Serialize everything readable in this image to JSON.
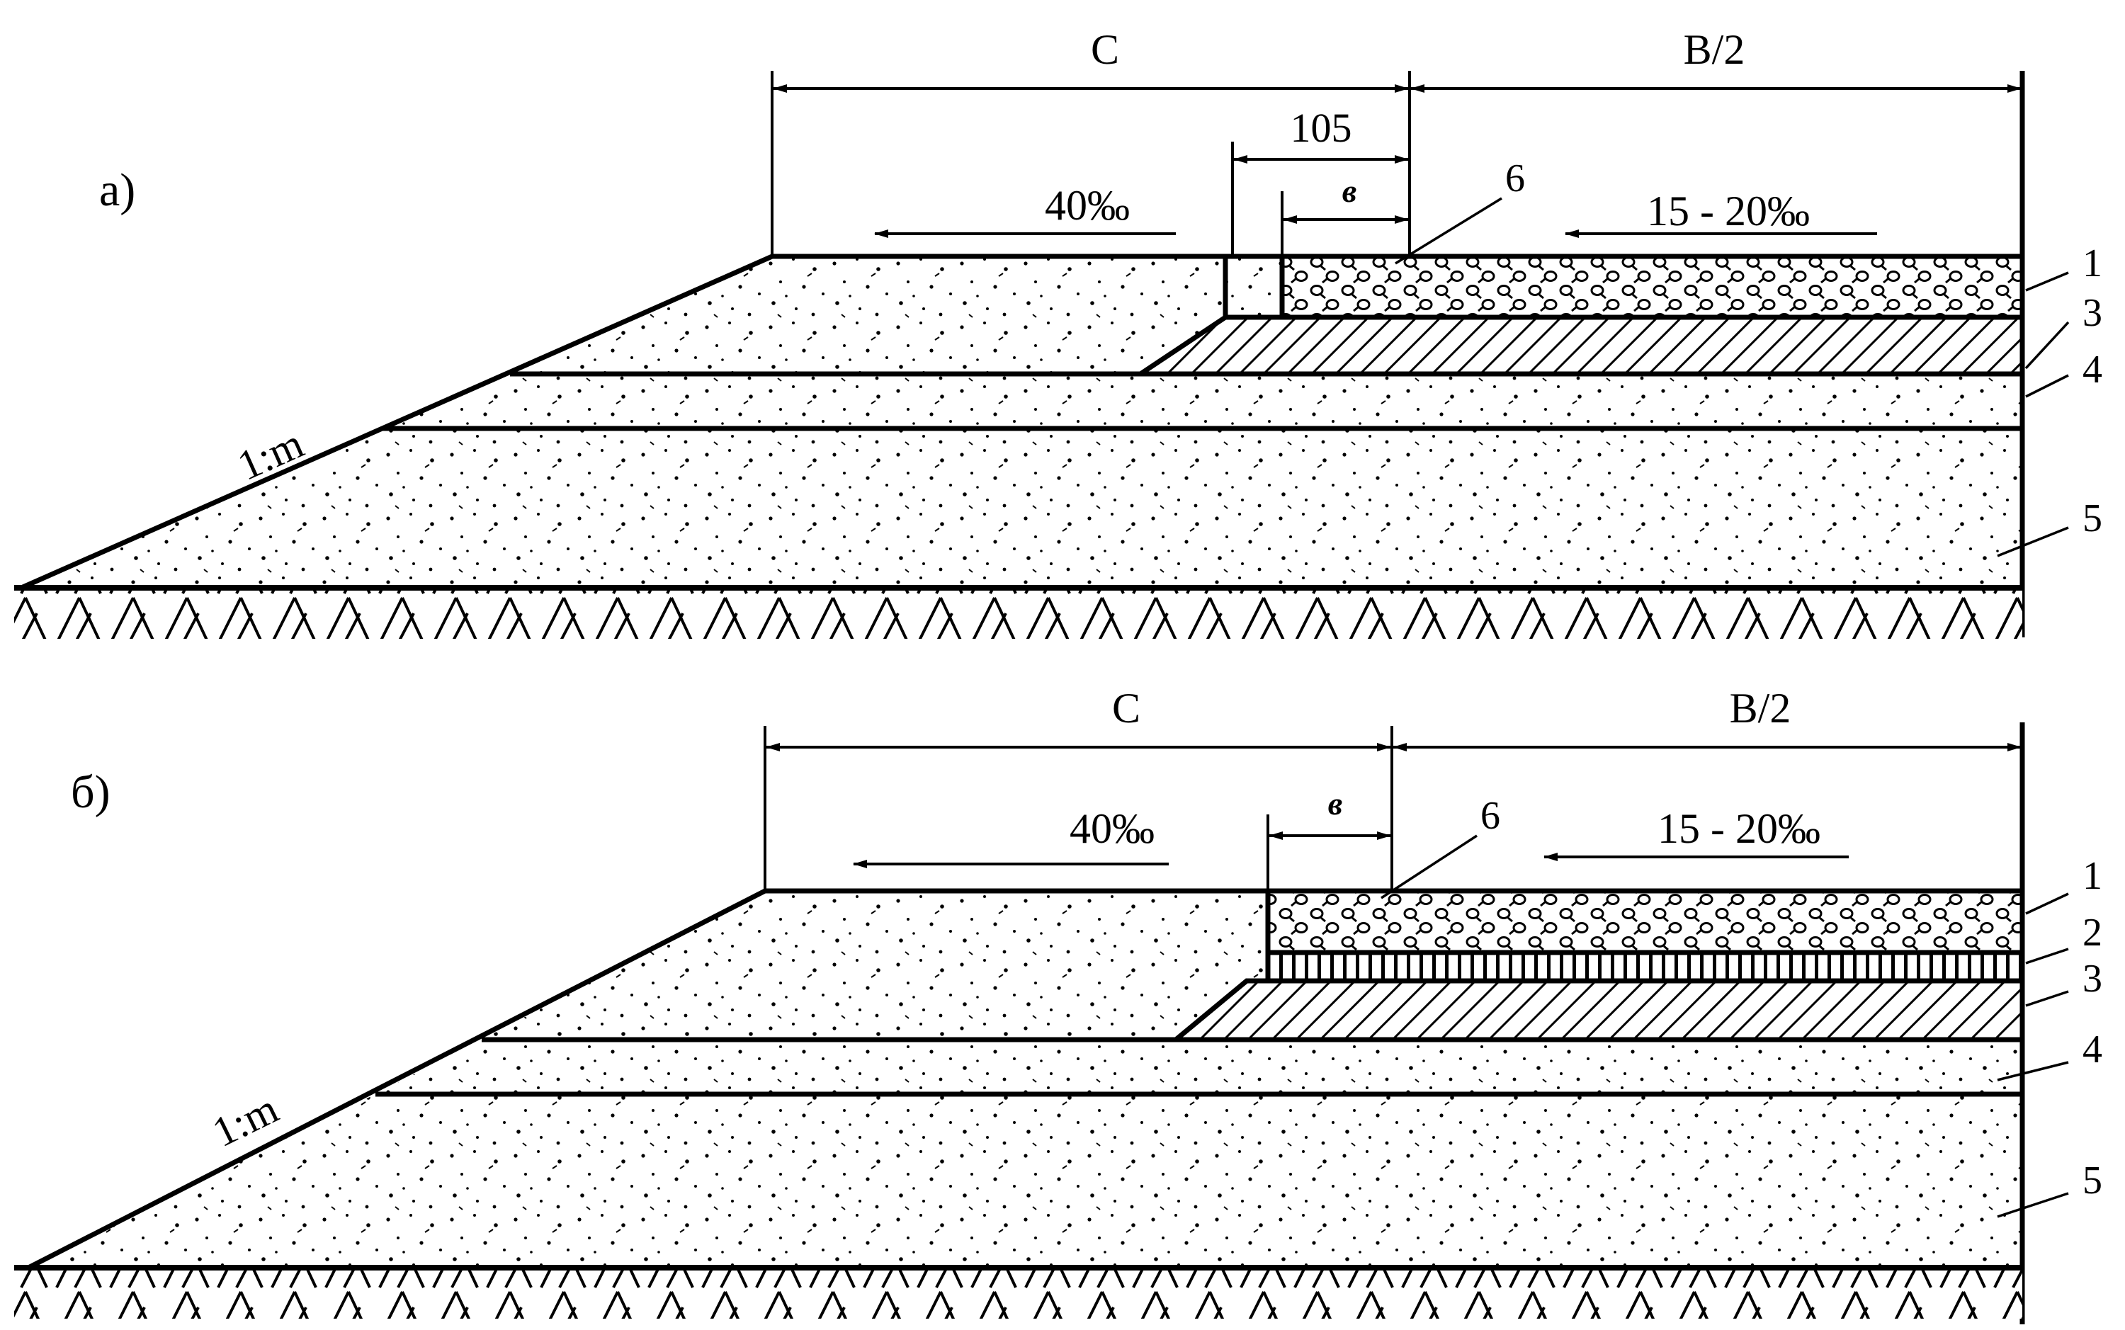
{
  "panels": [
    {
      "id": "a",
      "label": "а)",
      "dim_c": "C",
      "dim_b2": "B/2",
      "dim_105": "105",
      "dim_v": "в",
      "slope_left": "40‰",
      "slope_right": "15 - 20‰",
      "slope_embankment": "1:m",
      "layer_numbers": [
        "1",
        "3",
        "4",
        "5",
        "6"
      ]
    },
    {
      "id": "b",
      "label": "б)",
      "dim_c": "C",
      "dim_b2": "B/2",
      "dim_v": "в",
      "slope_left": "40‰",
      "slope_right": "15 - 20‰",
      "slope_embankment": "1:m",
      "layer_numbers": [
        "1",
        "2",
        "3",
        "4",
        "5",
        "6"
      ]
    }
  ]
}
